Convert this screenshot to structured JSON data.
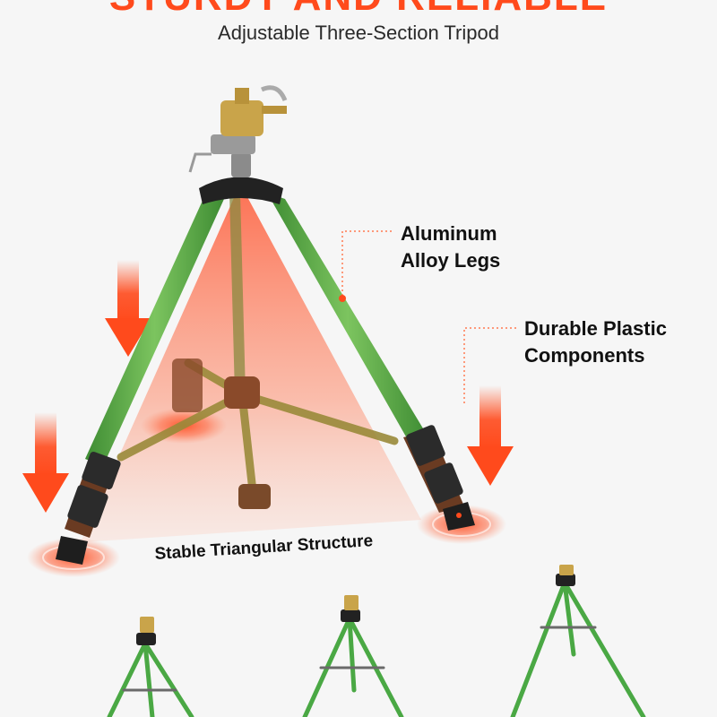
{
  "header": {
    "headline": "STURDY AND RELIABLE",
    "subtitle": "Adjustable Three-Section Tripod"
  },
  "callouts": {
    "legs": {
      "line1": "Aluminum",
      "line2": "Alloy Legs"
    },
    "plastic": {
      "line1": "Durable Plastic",
      "line2": "Components"
    }
  },
  "caption": "Stable Triangular Structure",
  "colors": {
    "accent": "#ff4a1c",
    "leg_green": "#5fb04a",
    "plastic_dark": "#2b2b2b",
    "brass": "#c9a44a"
  }
}
